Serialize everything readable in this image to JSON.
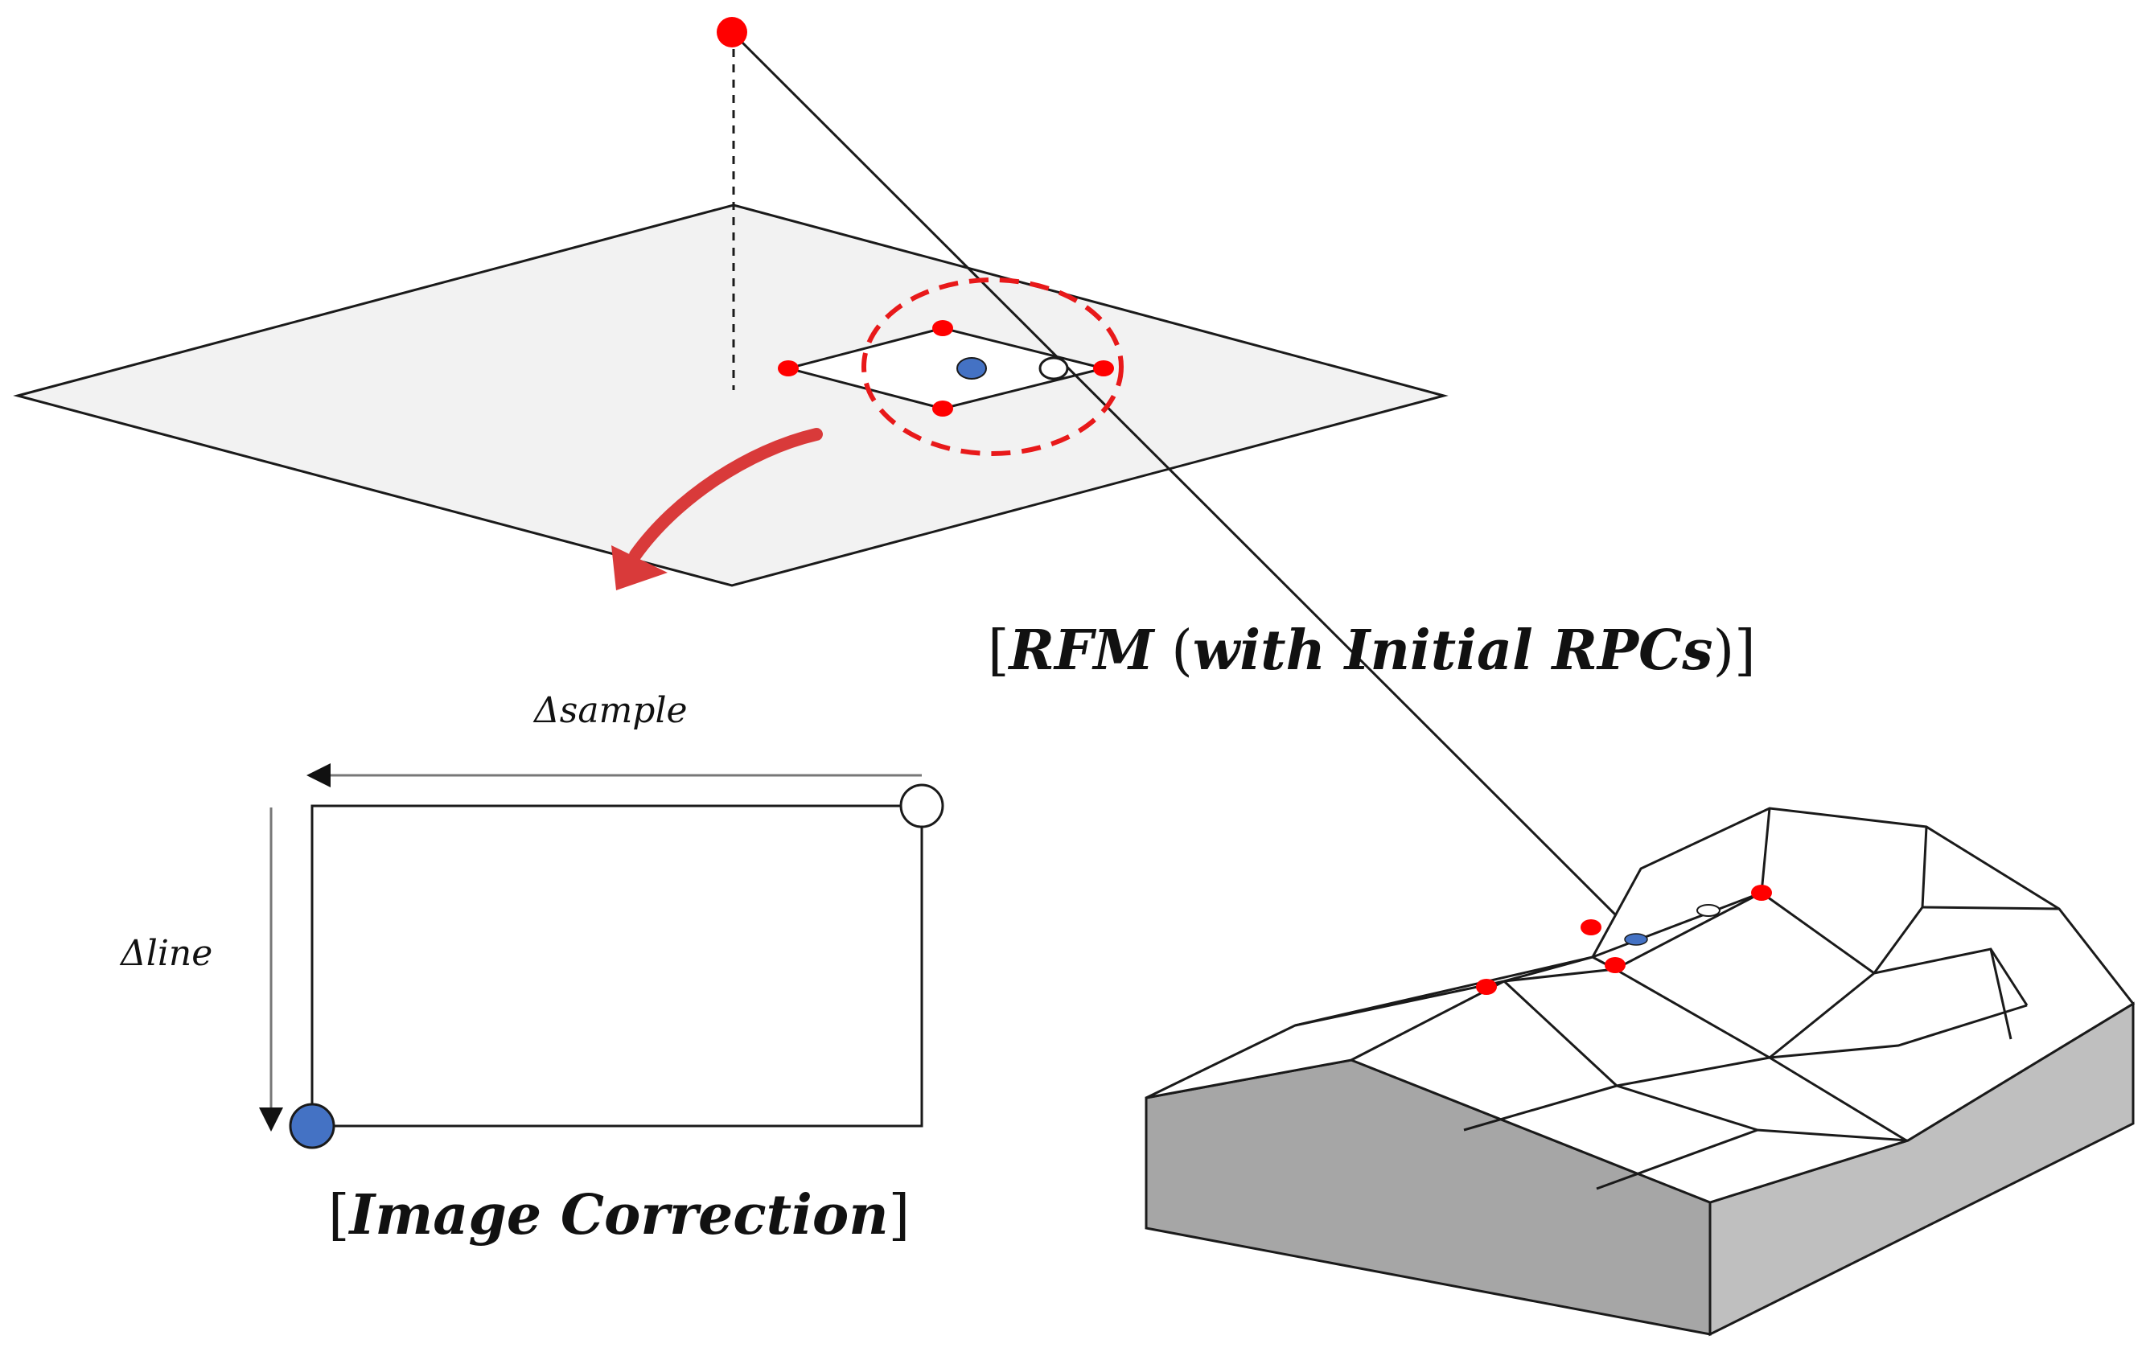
{
  "labels": {
    "rfm_open": "[",
    "rfm_bold": "RFM",
    "rfm_mid": " (",
    "rfm_bold2": "with Initial RPCs",
    "rfm_close": ")]",
    "image_correction_open": "[",
    "image_correction_bold": "Image Correction",
    "image_correction_close": "]",
    "delta_sample": "Δsample",
    "delta_line": "Δline"
  },
  "colors": {
    "red_point": "#ff0000",
    "blue_point": "#4472c4",
    "dashed_circle": "#e8191a",
    "arrow": "#d93a3a",
    "plane_fill": "#f2f2f2",
    "terrain_side_dark": "#a6a6a6",
    "terrain_side_light": "#bfbfbf",
    "line": "#1a1a1a"
  }
}
